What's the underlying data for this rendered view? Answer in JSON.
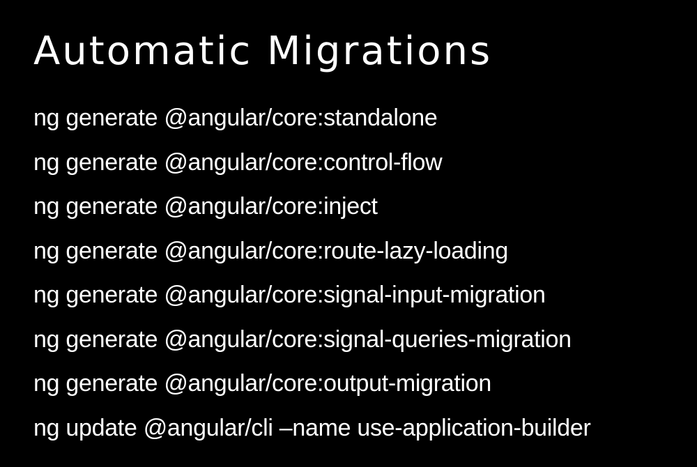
{
  "slide": {
    "title": "Automatic Migrations",
    "commands": [
      "ng generate @angular/core:standalone",
      "ng generate @angular/core:control-flow",
      "ng generate @angular/core:inject",
      "ng generate @angular/core:route-lazy-loading",
      "ng generate @angular/core:signal-input-migration",
      "ng generate @angular/core:signal-queries-migration",
      "ng generate @angular/core:output-migration",
      "ng update @angular/cli –name use-application-builder"
    ]
  },
  "colors": {
    "background": "#000000",
    "text": "#ffffff"
  }
}
